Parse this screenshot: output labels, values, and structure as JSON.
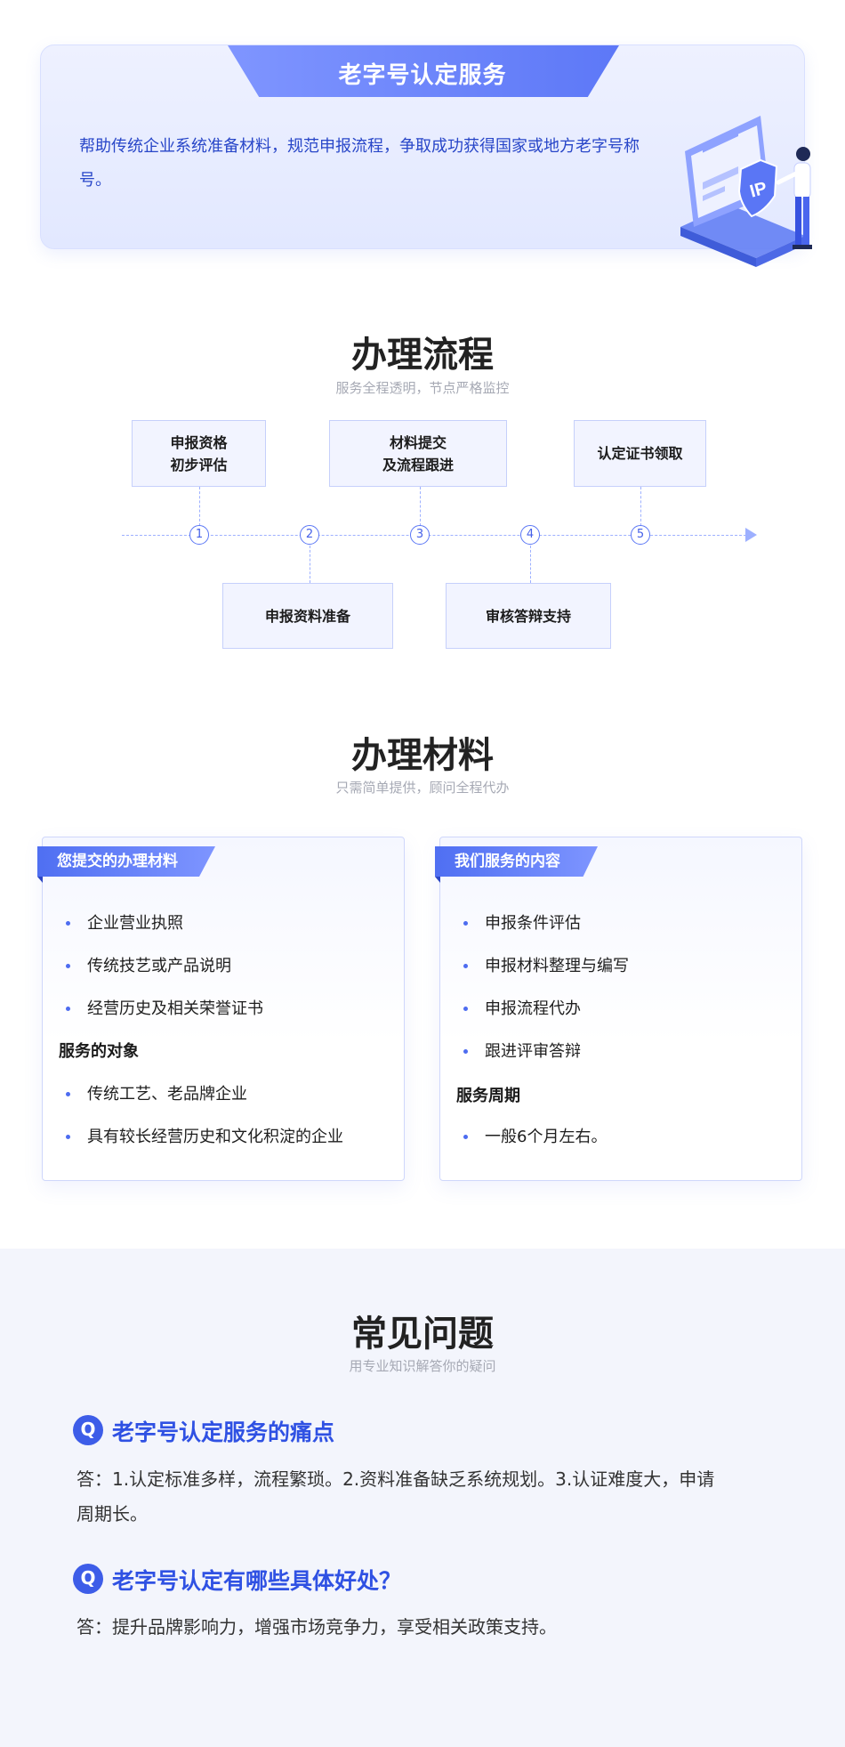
{
  "hero": {
    "title": "老字号认定服务",
    "description": "帮助传统企业系统准备材料，规范申报流程，争取成功获得国家或地方老字号称号。",
    "illustration_label": "IP"
  },
  "process": {
    "title": "办理流程",
    "subtitle": "服务全程透明，节点严格监控",
    "steps": [
      {
        "num": "1",
        "label_line1": "申报资格",
        "label_line2": "初步评估"
      },
      {
        "num": "2",
        "label_line1": "申报资料准备",
        "label_line2": ""
      },
      {
        "num": "3",
        "label_line1": "材料提交",
        "label_line2": "及流程跟进"
      },
      {
        "num": "4",
        "label_line1": "审核答辩支持",
        "label_line2": ""
      },
      {
        "num": "5",
        "label_line1": "认定证书领取",
        "label_line2": ""
      }
    ]
  },
  "materials": {
    "title": "办理材料",
    "subtitle": "只需简单提供，顾问全程代办",
    "left_card": {
      "tag": "您提交的办理材料",
      "items": [
        "企业营业执照",
        "传统技艺或产品说明",
        "经营历史及相关荣誉证书"
      ],
      "section_heading": "服务的对象",
      "section_items": [
        "传统工艺、老品牌企业",
        "具有较长经营历史和文化积淀的企业"
      ]
    },
    "right_card": {
      "tag": "我们服务的内容",
      "items": [
        "申报条件评估",
        "申报材料整理与编写",
        "申报流程代办",
        "跟进评审答辩"
      ],
      "section_heading": "服务周期",
      "section_items": [
        "一般6个月左右。"
      ]
    }
  },
  "faq": {
    "title": "常见问题",
    "subtitle": "用专业知识解答你的疑问",
    "q_icon": "Q",
    "items": [
      {
        "question": "老字号认定服务的痛点",
        "answer_line1": "答：1.认定标准多样，流程繁琐。2.资料准备缺乏系统规划。3.认证难度大，申请",
        "answer_line2": "周期长。"
      },
      {
        "question": "老字号认定有哪些具体好处？",
        "answer_line1": "答：提升品牌影响力，增强市场竞争力，享受相关政策支持。",
        "answer_line2": ""
      }
    ]
  },
  "colors": {
    "accent": "#4d6cf0",
    "accent_dark": "#2f51e3",
    "hero_bg": "#e6ebff",
    "faq_bg": "#f3f5fc"
  }
}
